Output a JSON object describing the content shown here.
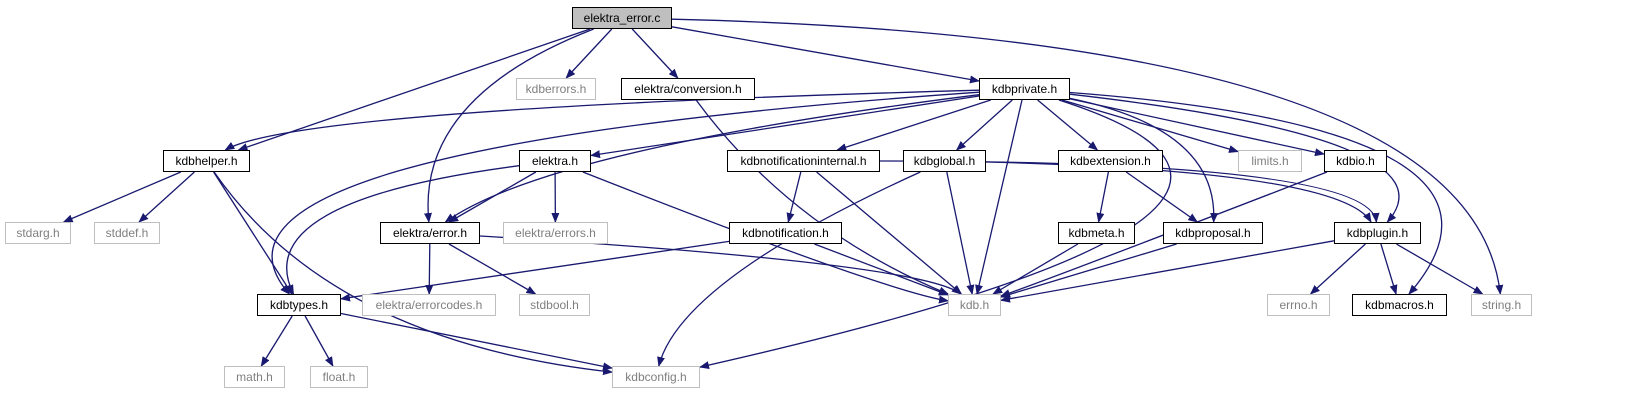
{
  "graph": {
    "edge_color": "#191970",
    "nodes": [
      {
        "id": "elektra_error_c",
        "label": "elektra_error.c",
        "kind": "root"
      },
      {
        "id": "kdberrors_h",
        "label": "kdberrors.h",
        "kind": "missing"
      },
      {
        "id": "elektra_conversion_h",
        "label": "elektra/conversion.h",
        "kind": "normal"
      },
      {
        "id": "kdbprivate_h",
        "label": "kdbprivate.h",
        "kind": "normal"
      },
      {
        "id": "kdbhelper_h",
        "label": "kdbhelper.h",
        "kind": "normal"
      },
      {
        "id": "elektra_h",
        "label": "elektra.h",
        "kind": "normal"
      },
      {
        "id": "kdbnotificationinternal_h",
        "label": "kdbnotificationinternal.h",
        "kind": "normal"
      },
      {
        "id": "kdbglobal_h",
        "label": "kdbglobal.h",
        "kind": "normal"
      },
      {
        "id": "kdbextension_h",
        "label": "kdbextension.h",
        "kind": "normal"
      },
      {
        "id": "limits_h",
        "label": "limits.h",
        "kind": "missing"
      },
      {
        "id": "kdbio_h",
        "label": "kdbio.h",
        "kind": "normal"
      },
      {
        "id": "stdarg_h",
        "label": "stdarg.h",
        "kind": "missing"
      },
      {
        "id": "stddef_h",
        "label": "stddef.h",
        "kind": "missing"
      },
      {
        "id": "elektra_error_h",
        "label": "elektra/error.h",
        "kind": "normal"
      },
      {
        "id": "elektra_errors_h",
        "label": "elektra/errors.h",
        "kind": "missing"
      },
      {
        "id": "kdbnotification_h",
        "label": "kdbnotification.h",
        "kind": "normal"
      },
      {
        "id": "kdbmeta_h",
        "label": "kdbmeta.h",
        "kind": "normal"
      },
      {
        "id": "kdbproposal_h",
        "label": "kdbproposal.h",
        "kind": "normal"
      },
      {
        "id": "kdbplugin_h",
        "label": "kdbplugin.h",
        "kind": "normal"
      },
      {
        "id": "kdbtypes_h",
        "label": "kdbtypes.h",
        "kind": "normal"
      },
      {
        "id": "elektra_errorcodes_h",
        "label": "elektra/errorcodes.h",
        "kind": "missing"
      },
      {
        "id": "stdbool_h",
        "label": "stdbool.h",
        "kind": "missing"
      },
      {
        "id": "kdb_h",
        "label": "kdb.h",
        "kind": "missing"
      },
      {
        "id": "errno_h",
        "label": "errno.h",
        "kind": "missing"
      },
      {
        "id": "kdbmacros_h",
        "label": "kdbmacros.h",
        "kind": "normal"
      },
      {
        "id": "string_h",
        "label": "string.h",
        "kind": "missing"
      },
      {
        "id": "math_h",
        "label": "math.h",
        "kind": "missing"
      },
      {
        "id": "float_h",
        "label": "float.h",
        "kind": "missing"
      },
      {
        "id": "kdbconfig_h",
        "label": "kdbconfig.h",
        "kind": "missing"
      }
    ],
    "edges": [
      [
        "elektra_error_c",
        "kdbhelper_h"
      ],
      [
        "elektra_error_c",
        "elektra_error_h"
      ],
      [
        "elektra_error_c",
        "kdberrors_h"
      ],
      [
        "elektra_error_c",
        "elektra_conversion_h"
      ],
      [
        "elektra_error_c",
        "kdbprivate_h"
      ],
      [
        "elektra_error_c",
        "string_h"
      ],
      [
        "elektra_conversion_h",
        "kdb_h"
      ],
      [
        "kdbprivate_h",
        "kdbhelper_h"
      ],
      [
        "kdbprivate_h",
        "elektra_h"
      ],
      [
        "kdbprivate_h",
        "elektra_error_h"
      ],
      [
        "kdbprivate_h",
        "kdbtypes_h"
      ],
      [
        "kdbprivate_h",
        "kdbnotificationinternal_h"
      ],
      [
        "kdbprivate_h",
        "kdbglobal_h"
      ],
      [
        "kdbprivate_h",
        "kdb_h"
      ],
      [
        "kdbprivate_h",
        "kdbextension_h"
      ],
      [
        "kdbprivate_h",
        "kdbproposal_h"
      ],
      [
        "kdbprivate_h",
        "limits_h"
      ],
      [
        "kdbprivate_h",
        "kdbio_h"
      ],
      [
        "kdbprivate_h",
        "kdbplugin_h"
      ],
      [
        "kdbprivate_h",
        "kdbmacros_h"
      ],
      [
        "kdbprivate_h",
        "kdbconfig_h"
      ],
      [
        "kdbhelper_h",
        "stdarg_h"
      ],
      [
        "kdbhelper_h",
        "stddef_h"
      ],
      [
        "kdbhelper_h",
        "kdbtypes_h"
      ],
      [
        "kdbhelper_h",
        "kdbconfig_h"
      ],
      [
        "elektra_h",
        "elektra_error_h"
      ],
      [
        "elektra_h",
        "kdbtypes_h"
      ],
      [
        "elektra_h",
        "elektra_errors_h"
      ],
      [
        "elektra_h",
        "kdb_h"
      ],
      [
        "kdbnotificationinternal_h",
        "kdbnotification_h"
      ],
      [
        "kdbnotificationinternal_h",
        "kdb_h"
      ],
      [
        "kdbnotificationinternal_h",
        "kdbplugin_h"
      ],
      [
        "kdbglobal_h",
        "kdb_h"
      ],
      [
        "kdbglobal_h",
        "kdbconfig_h"
      ],
      [
        "kdbglobal_h",
        "kdbplugin_h"
      ],
      [
        "kdbextension_h",
        "kdbmeta_h"
      ],
      [
        "kdbextension_h",
        "kdbproposal_h"
      ],
      [
        "kdbio_h",
        "kdb_h"
      ],
      [
        "elektra_error_h",
        "elektra_errorcodes_h"
      ],
      [
        "elektra_error_h",
        "stdbool_h"
      ],
      [
        "elektra_error_h",
        "kdb_h"
      ],
      [
        "kdbnotification_h",
        "kdbtypes_h"
      ],
      [
        "kdbnotification_h",
        "kdb_h"
      ],
      [
        "kdbmeta_h",
        "kdb_h"
      ],
      [
        "kdbproposal_h",
        "kdb_h"
      ],
      [
        "kdbplugin_h",
        "kdb_h"
      ],
      [
        "kdbplugin_h",
        "errno_h"
      ],
      [
        "kdbplugin_h",
        "kdbmacros_h"
      ],
      [
        "kdbplugin_h",
        "string_h"
      ],
      [
        "kdbtypes_h",
        "math_h"
      ],
      [
        "kdbtypes_h",
        "float_h"
      ],
      [
        "kdbtypes_h",
        "kdbconfig_h"
      ]
    ]
  }
}
